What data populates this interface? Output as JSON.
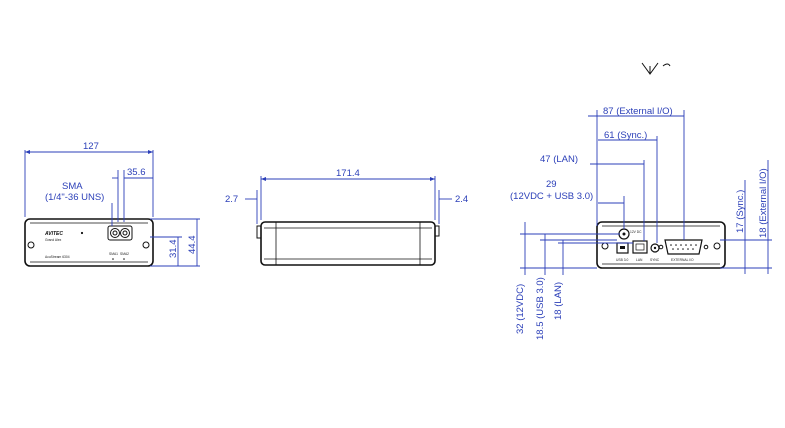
{
  "front_view": {
    "brand": "AVITEC",
    "model": "AcuStream 6304",
    "sub_label": "Grand Alex",
    "port_labels": [
      "SMA1",
      "SMA2"
    ],
    "dims": {
      "width": "127",
      "sma_offset": "35.6",
      "sma_label_line1": "SMA",
      "sma_label_line2": "(1/4\"-36 UNS)",
      "inner_height": "31.4",
      "total_height": "44.4"
    }
  },
  "side_view": {
    "dims": {
      "length": "171.4",
      "left_feet": "2.7",
      "right_feet": "2.4"
    }
  },
  "rear_view": {
    "port_labels": {
      "usb": "USB 3.0",
      "power": "12V DC",
      "lan": "LAN",
      "sync": "SYNC",
      "external": "EXTERNAL I/O"
    },
    "dims": {
      "external_io": "87 (External I/O)",
      "sync": "61 (Sync.)",
      "lan": "47 (LAN)",
      "power_usb_value": "29",
      "power_usb_label": "(12VDC + USB 3.0)",
      "vertical_12vdc": "32 (12VDC)",
      "vertical_usb": "18.5 (USB 3.0)",
      "vertical_lan": "18 (LAN)",
      "right_sync": "17 (Sync.)",
      "right_external": "18 (External I/O)"
    }
  }
}
